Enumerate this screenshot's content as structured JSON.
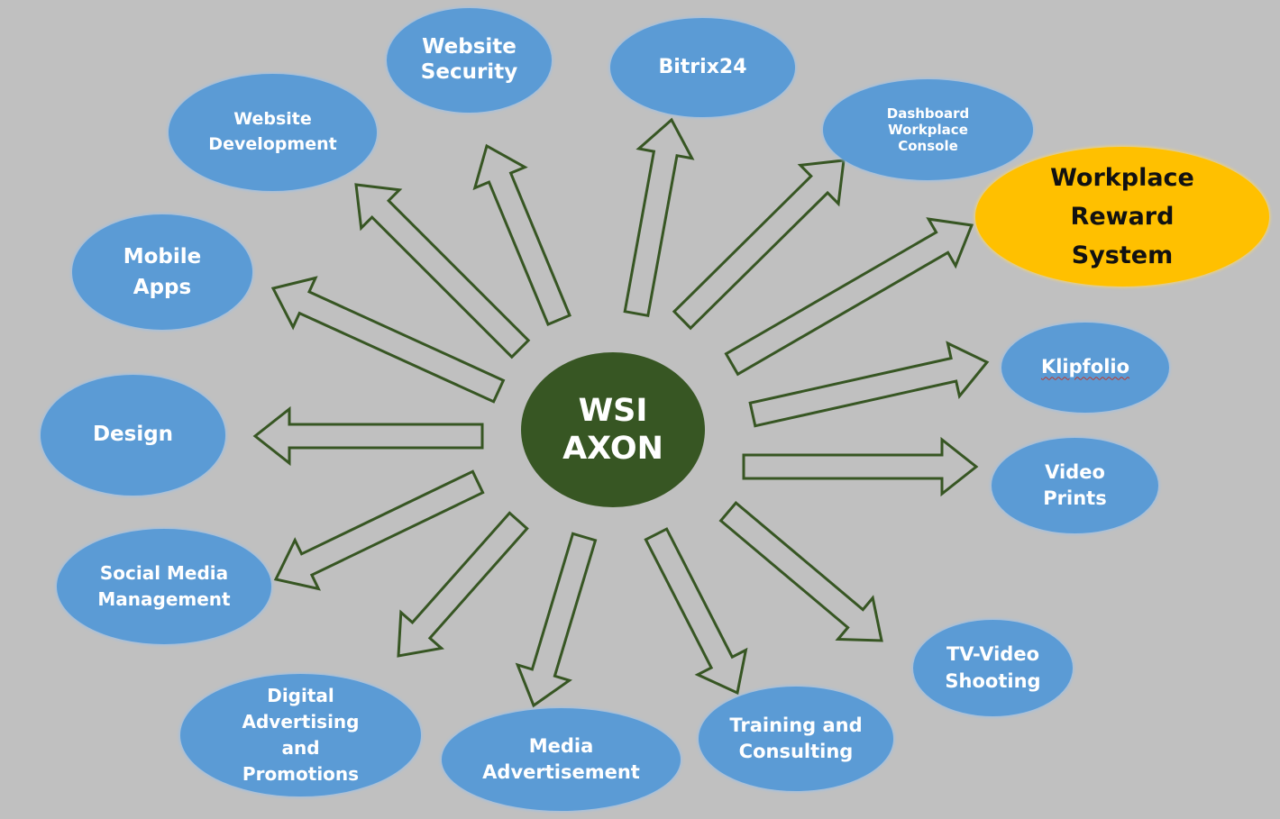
{
  "diagram": {
    "type": "hub-and-spoke",
    "background_color": "#c0c0c0",
    "arrow_color": "#375623",
    "hub": {
      "id": "hub",
      "lines": [
        "WSI",
        "AXON"
      ],
      "color": "#375623"
    },
    "nodes": [
      {
        "id": "website-security",
        "lines": [
          "Website",
          "Security"
        ],
        "color": "#5b9bd5"
      },
      {
        "id": "bitrix24",
        "lines": [
          "Bitrix24"
        ],
        "color": "#5b9bd5"
      },
      {
        "id": "dashboard-workplace-console",
        "lines": [
          "Dashboard",
          "Workplace",
          "Console"
        ],
        "color": "#5b9bd5"
      },
      {
        "id": "workplace-reward-system",
        "lines": [
          "Workplace",
          "Reward",
          "System"
        ],
        "color": "#ffc000",
        "highlighted": true
      },
      {
        "id": "website-development",
        "lines": [
          "Website",
          "Development"
        ],
        "color": "#5b9bd5"
      },
      {
        "id": "mobile-apps",
        "lines": [
          "Mobile",
          "Apps"
        ],
        "color": "#5b9bd5"
      },
      {
        "id": "design",
        "lines": [
          "Design"
        ],
        "color": "#5b9bd5"
      },
      {
        "id": "klipfolio",
        "lines": [
          "Klipfolio"
        ],
        "color": "#5b9bd5",
        "spellcheck_underline": true
      },
      {
        "id": "video-prints",
        "lines": [
          "Video",
          "Prints"
        ],
        "color": "#5b9bd5"
      },
      {
        "id": "social-media-management",
        "lines": [
          "Social Media",
          "Management"
        ],
        "color": "#5b9bd5"
      },
      {
        "id": "tv-video-shooting",
        "lines": [
          "TV-Video",
          "Shooting"
        ],
        "color": "#5b9bd5"
      },
      {
        "id": "digital-advertising",
        "lines": [
          "Digital",
          "Advertising",
          "and",
          "Promotions"
        ],
        "color": "#5b9bd5"
      },
      {
        "id": "media-advertisement",
        "lines": [
          "Media",
          "Advertisement"
        ],
        "color": "#5b9bd5"
      },
      {
        "id": "training-consulting",
        "lines": [
          "Training and",
          "Consulting"
        ],
        "color": "#5b9bd5"
      }
    ],
    "edges": [
      {
        "from": "hub",
        "to": "website-security"
      },
      {
        "from": "hub",
        "to": "bitrix24"
      },
      {
        "from": "hub",
        "to": "dashboard-workplace-console"
      },
      {
        "from": "hub",
        "to": "workplace-reward-system"
      },
      {
        "from": "hub",
        "to": "website-development"
      },
      {
        "from": "hub",
        "to": "mobile-apps"
      },
      {
        "from": "hub",
        "to": "design"
      },
      {
        "from": "hub",
        "to": "klipfolio"
      },
      {
        "from": "hub",
        "to": "video-prints"
      },
      {
        "from": "hub",
        "to": "social-media-management"
      },
      {
        "from": "hub",
        "to": "tv-video-shooting"
      },
      {
        "from": "hub",
        "to": "digital-advertising"
      },
      {
        "from": "hub",
        "to": "media-advertisement"
      },
      {
        "from": "hub",
        "to": "training-consulting"
      }
    ]
  }
}
